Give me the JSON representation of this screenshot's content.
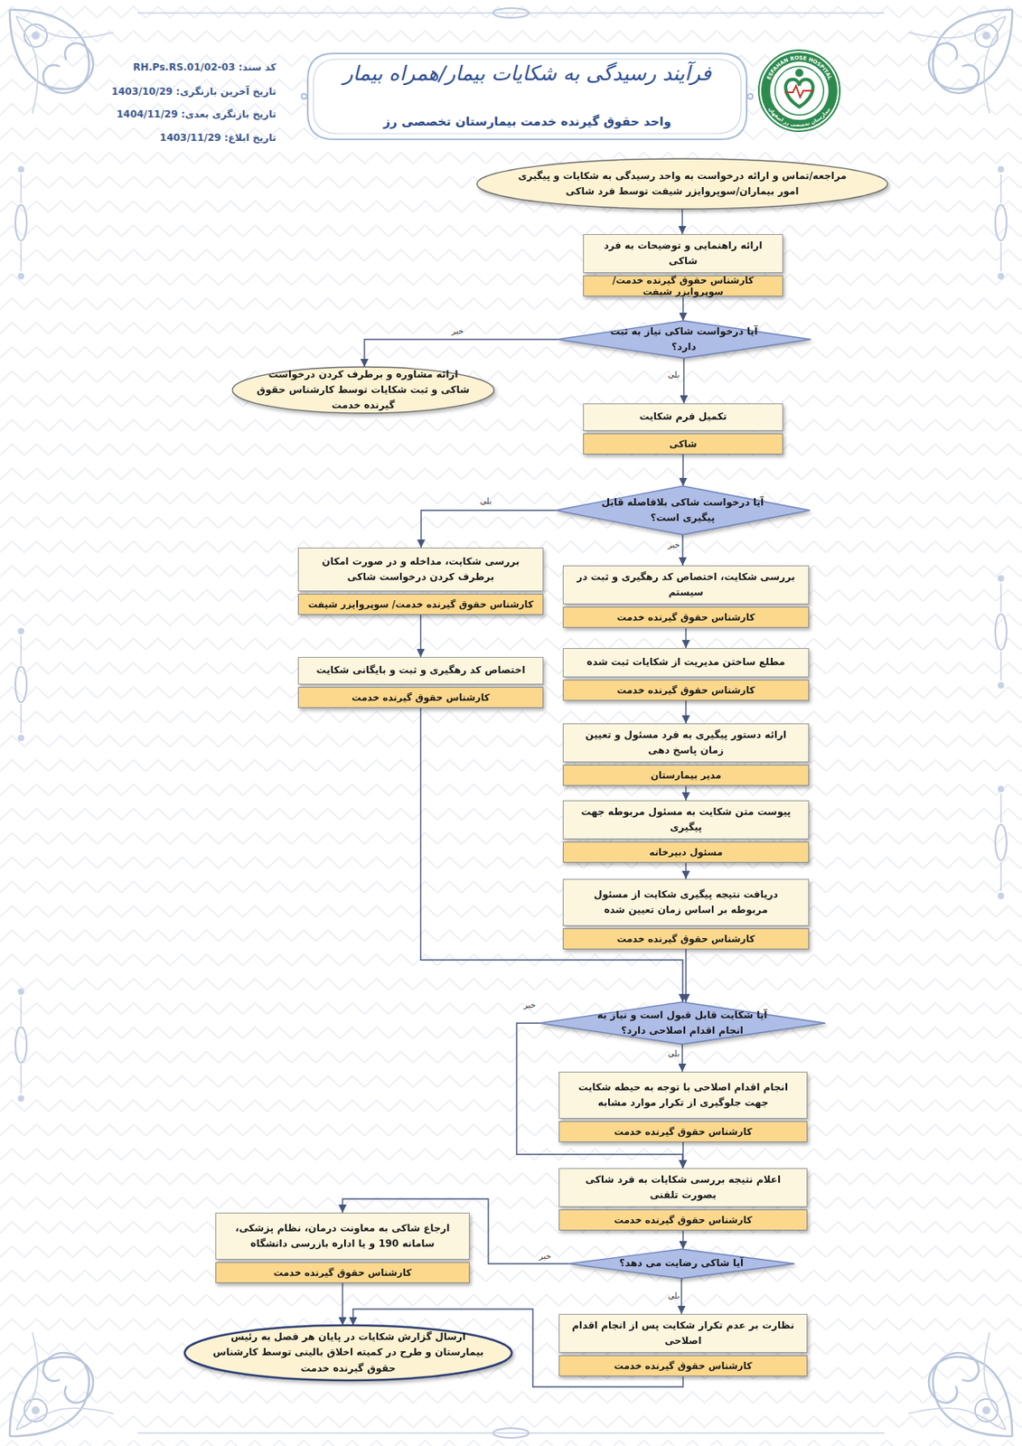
{
  "diagram": {
    "title": "فرآیند رسیدگی به شکایات بیمار/همراه بیمار",
    "nodes": [
      {
        "text": [
          "مراجعه/تماس و ارائه درخواست به واحد رسیدگی به شکایات و پیگیری امور بیماران/سوپروایزر شیفت توسط فرد شاکی"
        ]
      },
      {
        "text": [
          "ارائه راهنمایی و توضیحات به فرد شاکی",
          "کارشناس حقوق گیرنده خدمت/سوپروایزر شیفت"
        ]
      },
      {
        "text": [
          "آیا درخواست شاکی نیاز به ثبت دارد؟"
        ]
      },
      {
        "text": [
          "ارائه مشاوره و برطرف کردن درخواست شاکی و ثبت شکایات توسط کارشناس حقوق گیرنده خدمت"
        ]
      },
      {
        "text": [
          "تکمیل فرم شکایت",
          "شاکی"
        ]
      },
      {
        "text": [
          "آیا درخواست شاکی بلافاصله قابل پیگیری است؟"
        ]
      },
      {
        "text": [
          "بررسی شکایت، مداخله و در صورت امکان برطرف کردن درخواست شاکی",
          "کارشناس حقوق گیرنده خدمت/ سوپروایزر شیفت"
        ]
      },
      {
        "text": [
          "بررسی شکایت، اختصاص کد رهگیری و ثبت در سیستم",
          "کارشناس حقوق گیرنده خدمت"
        ]
      },
      {
        "text": [
          "اختصاص کد رهگیری و ثبت و بایگانی شکایت",
          "کارشناس حقوق گیرنده خدمت"
        ]
      },
      {
        "text": [
          "مطلع ساختن مدیریت از شکایات ثبت شده",
          "کارشناس حقوق گیرنده خدمت"
        ]
      },
      {
        "text": [
          "ارائه دستور پیگیری به فرد مسئول و تعیین زمان پاسخ دهی",
          "مدیر بیمارستان"
        ]
      },
      {
        "text": [
          "پیوست متن شکایت به مسئول مربوطه جهت پیگیری",
          "مسئول دبیرخانه"
        ]
      },
      {
        "text": [
          "دریافت نتیجه پیگیری شکایت از مسئول مربوطه بر اساس زمان تعیین شده",
          "کارشناس حقوق گیرنده خدمت"
        ]
      },
      {
        "text": [
          "آیا شکایت قابل قبول است و نیاز به انجام اقدام اصلاحی دارد؟"
        ]
      },
      {
        "text": [
          "انجام اقدام اصلاحی با توجه به حیطه شکایت جهت جلوگیری از تکرار موارد مشابه",
          "کارشناس حقوق گیرنده خدمت"
        ]
      },
      {
        "text": [
          "اعلام نتیجه بررسی شکایات به فرد شاکی بصورت تلفنی",
          "کارشناس حقوق گیرنده خدمت"
        ]
      },
      {
        "text": [
          "آیا شاکی رضایت می دهد؟"
        ]
      },
      {
        "text": [
          "ارجاع شاکی به معاونت درمان، نظام پزشکی، سامانه 190 و یا اداره بازرسی دانشگاه",
          "کارشناس حقوق گیرنده خدمت"
        ]
      },
      {
        "text": [
          "نظارت بر عدم تکرار شکایت پس از انجام اقدام اصلاحی",
          "کارشناس حقوق گیرنده خدمت"
        ]
      },
      {
        "text": [
          "ارسال گزارش شکایات در پایان هر فصل به رئیس بیمارستان و طرح در کمیته اخلاق بالینی توسط کارشناس حقوق گیرنده خدمت"
        ]
      }
    ],
    "edges": [
      {
        "from": 0,
        "to": 1,
        "arrow": "to"
      },
      {
        "from": 1,
        "to": 2,
        "arrow": "to"
      },
      {
        "from": 2,
        "to": 3,
        "label": "خیر",
        "arrow": "to"
      },
      {
        "from": 2,
        "to": 4,
        "label": "بلی",
        "arrow": "to"
      },
      {
        "from": 4,
        "to": 5,
        "arrow": "to"
      },
      {
        "from": 5,
        "to": 6,
        "label": "بلی",
        "arrow": "to"
      },
      {
        "from": 5,
        "to": 7,
        "label": "خیر",
        "arrow": "to"
      },
      {
        "from": 6,
        "to": 8,
        "arrow": "to"
      },
      {
        "from": 7,
        "to": 9,
        "arrow": "to"
      },
      {
        "from": 9,
        "to": 10,
        "arrow": "to"
      },
      {
        "from": 10,
        "to": 11,
        "arrow": "to"
      },
      {
        "from": 11,
        "to": 12,
        "arrow": "to"
      },
      {
        "from": 8,
        "to": 13,
        "arrow": "to"
      },
      {
        "from": 12,
        "to": 13,
        "arrow": "to"
      },
      {
        "from": 13,
        "to": 14,
        "label": "بلی",
        "arrow": "to"
      },
      {
        "from": 13,
        "to": 15,
        "label": "خیر",
        "arrow": "to"
      },
      {
        "from": 14,
        "to": 15,
        "arrow": "to"
      },
      {
        "from": 15,
        "to": 16,
        "arrow": "to"
      },
      {
        "from": 16,
        "to": 17,
        "label": "خیر",
        "arrow": "to"
      },
      {
        "from": 16,
        "to": 18,
        "label": "بلی",
        "arrow": "to"
      },
      {
        "from": 17,
        "to": 19,
        "arrow": "to"
      },
      {
        "from": 18,
        "to": 19,
        "arrow": "to"
      }
    ],
    "labels": [
      "واحد حقوق گیرنده خدمت بیمارستان تخصصی رز",
      "کد سند: RH.Ps.RS.01/02-03",
      "تاریخ آخرین بازنگری: 1403/10/29",
      "تاریخ بازنگری بعدی: 1404/11/29",
      "تاریخ ابلاغ: 1403/11/29",
      "ESFAHAN ROSE HOSPITAL",
      "بیمارستان تخصصی رز اصفهان"
    ]
  }
}
